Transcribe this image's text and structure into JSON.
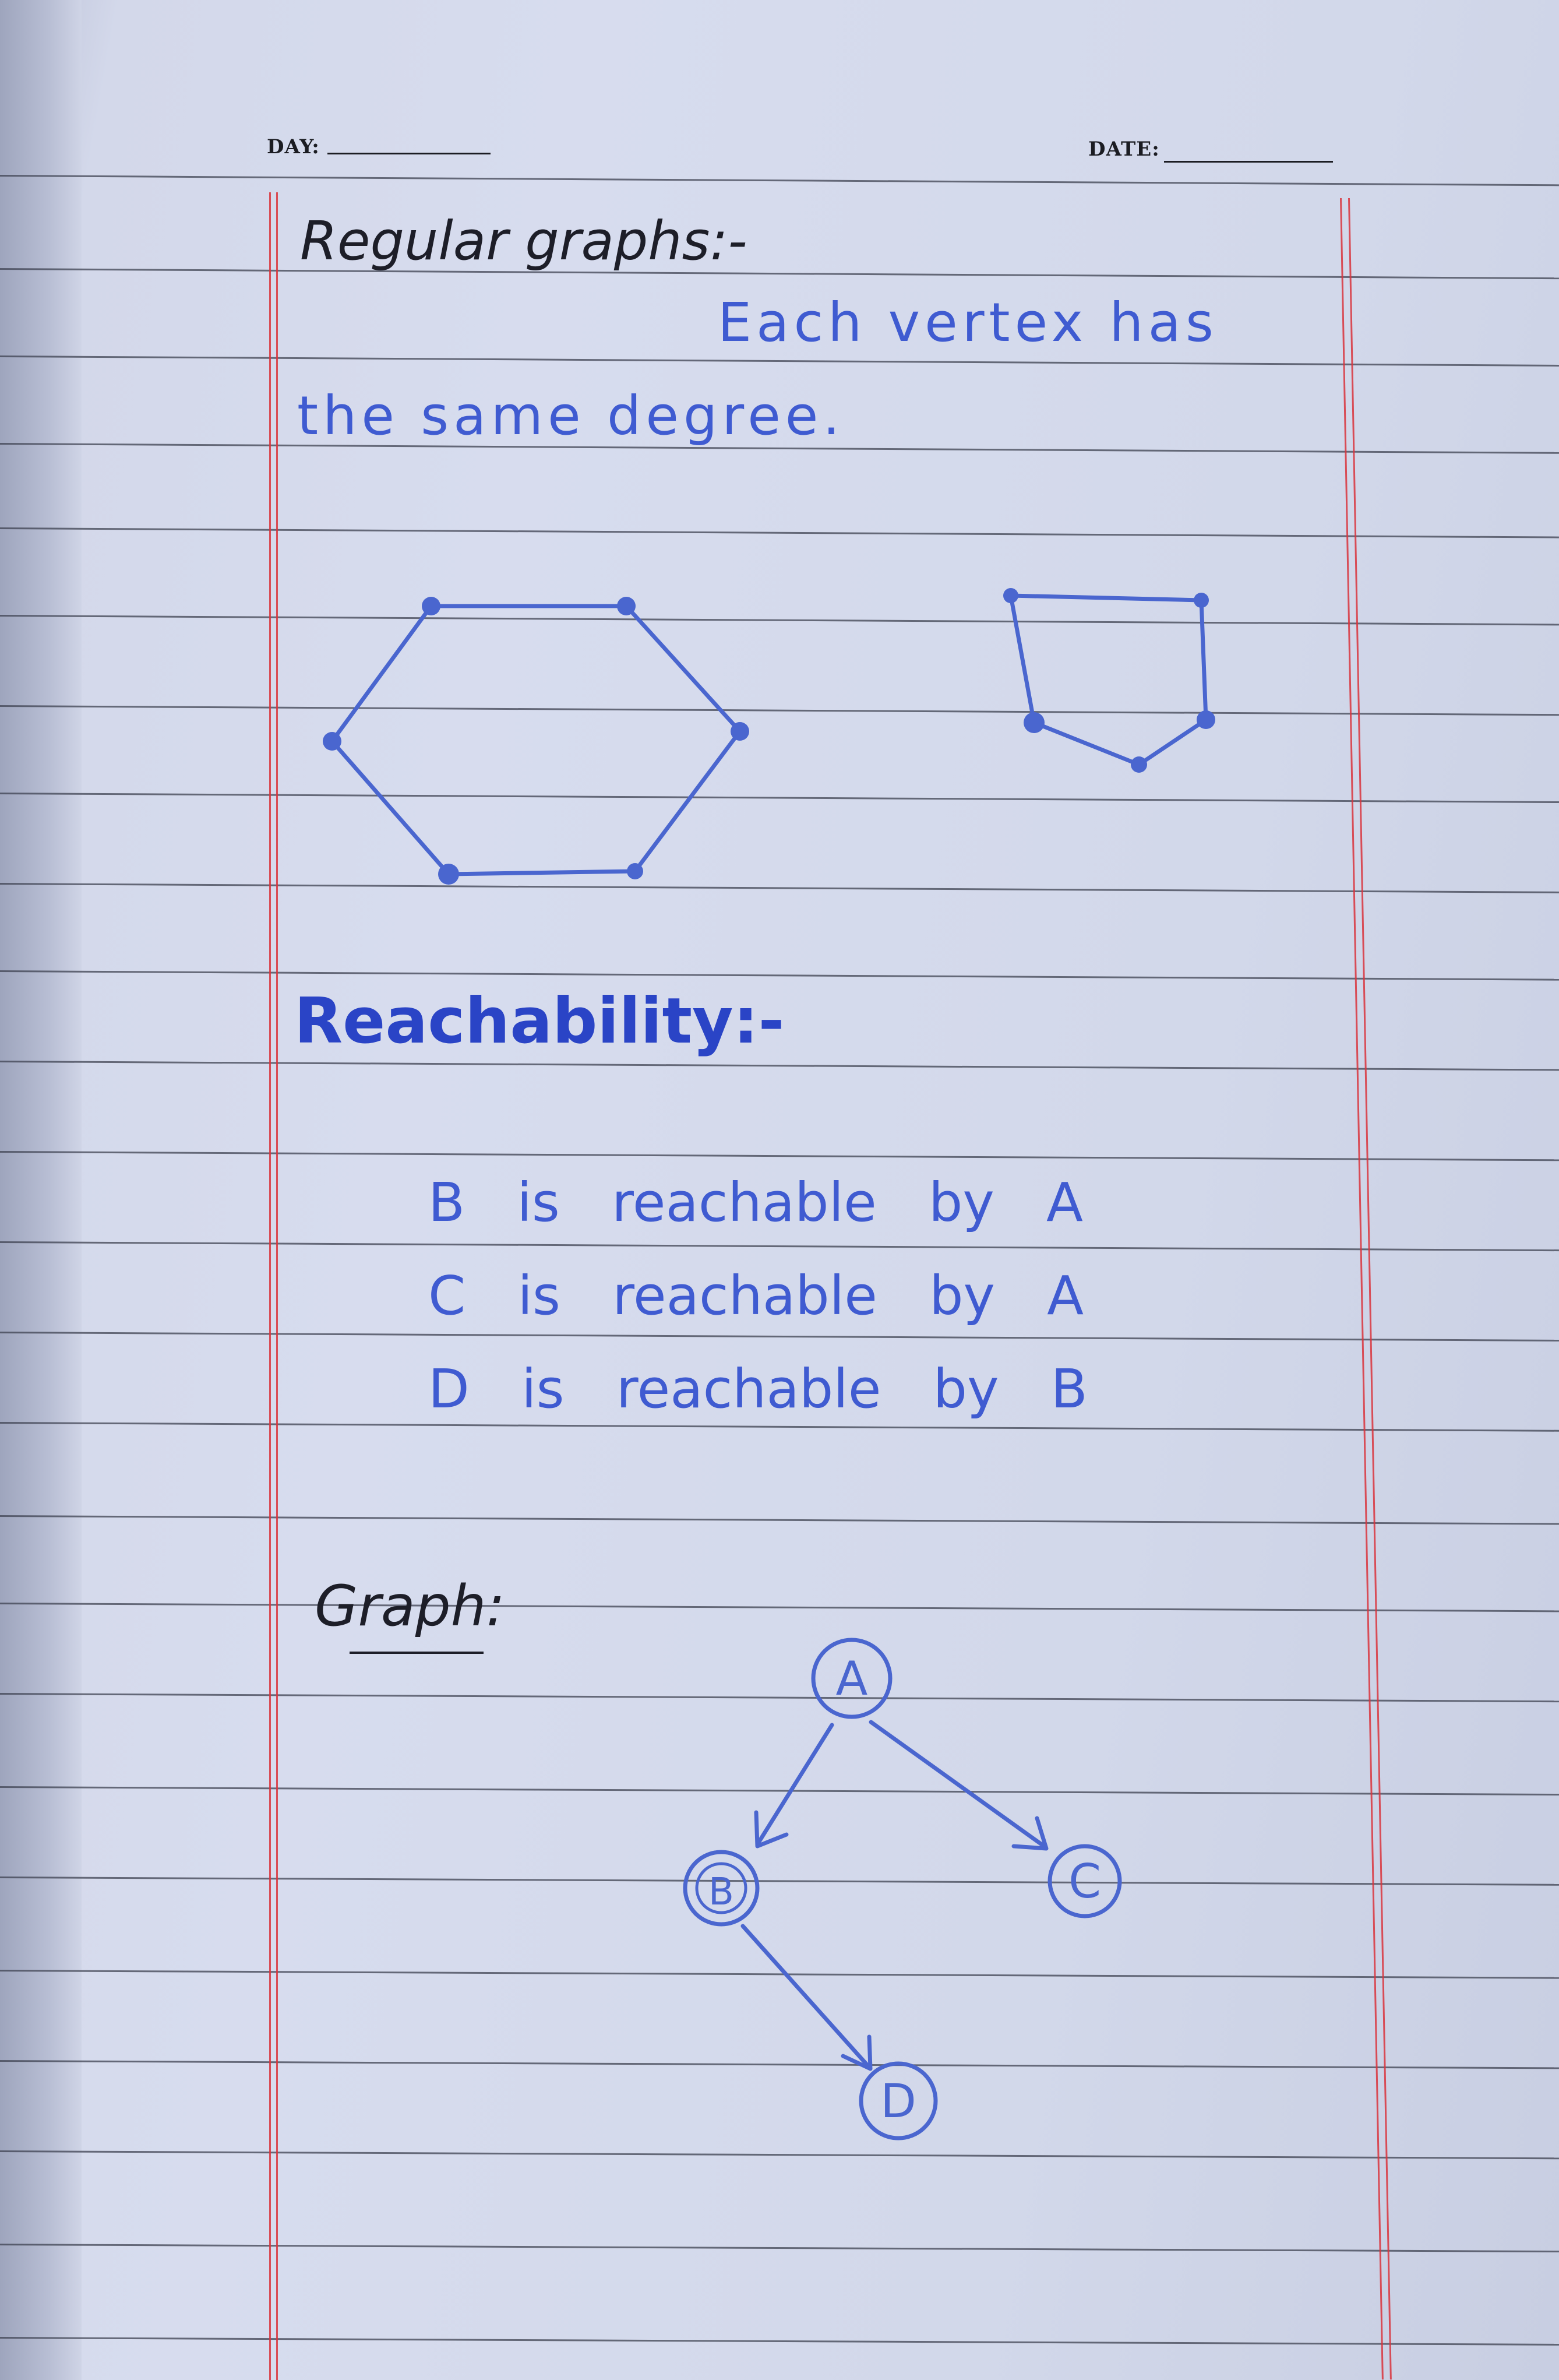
{
  "header": {
    "day_label": "DAY:",
    "date_label": "DATE:"
  },
  "regular": {
    "heading": "Regular graphs:-",
    "line1": "Each vertex has",
    "line2": "the same degree."
  },
  "reachability": {
    "heading": "Reachability:-",
    "statements": [
      "B is reachable by A",
      "C is reachable by A",
      "D is reachable by B"
    ]
  },
  "graph": {
    "heading": "Graph:",
    "nodes": [
      "A",
      "B",
      "C",
      "D"
    ]
  },
  "colors": {
    "ink_blue": "#3f5bd1",
    "ink_black": "#1d1e28",
    "margin_red": "#d9343c",
    "paper": "#d7dcee"
  }
}
